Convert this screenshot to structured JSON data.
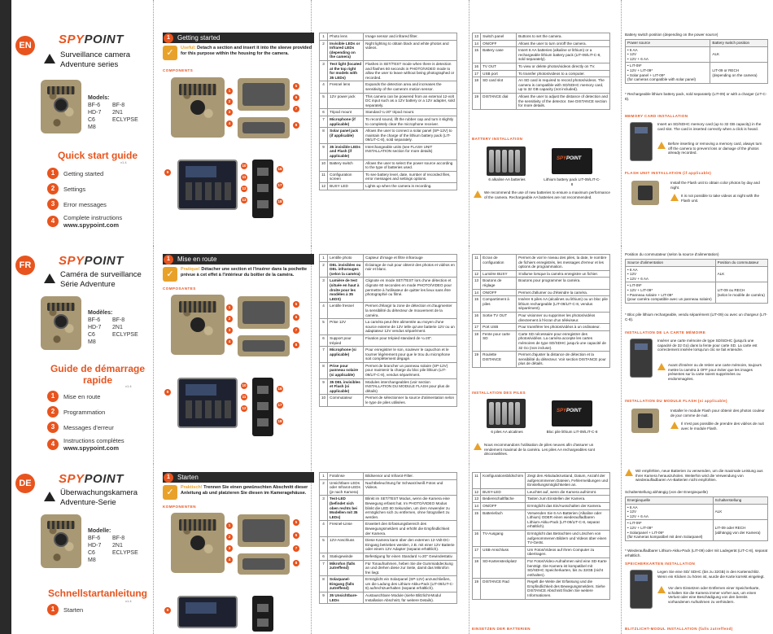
{
  "brand": {
    "name_part1": "SPY",
    "name_part2": "POINT"
  },
  "en": {
    "lang": "EN",
    "title": "Surveillance camera Adventure series",
    "models_label": "Models:",
    "models": [
      "BF-6",
      "BF-8",
      "HD-7",
      "2N1",
      "C6",
      "ECLYPSE",
      "M8",
      ""
    ],
    "guide_title": "Quick start guide",
    "version": "v1.4",
    "toc": [
      "Getting started",
      "Settings",
      "Error messages",
      "Complete instructions"
    ],
    "url": "www.spypoint.com",
    "section_title": "Getting started",
    "useful_label": "Useful:",
    "useful_text": "Detach a section and insert it into the sleeve provided for this purpose within the housing for the camera.",
    "components_label": "COMPONENTS",
    "table1": [
      [
        "1",
        "Photo lens",
        "Image sensor and infrared filter."
      ],
      [
        "2",
        "Invisible LEDs or Infrared LEDs (depending on the camera)",
        "Night lighting to obtain black and white photos and videos."
      ],
      [
        "3",
        "Test light (located at the top right for models with 35 LEDs)",
        "Flashes in SET/TEST mode when there is detection and flashes 60 seconds in PHOTO/VIDEO mode to allow the user to leave without being photographed or recorded."
      ],
      [
        "4",
        "Fresnel lens",
        "Expands the detection area and increases the sensitivity of the camera's motion sensor."
      ],
      [
        "5",
        "12V power jack",
        "This camera can be powered from an external 12-volt DC input such as a 12V battery or a 12V adapter, sold separately."
      ],
      [
        "6",
        "Tripod mount",
        "Standard ¼-20\" tripod mount."
      ],
      [
        "7",
        "Microphone (if applicable)",
        "To record sound, lift the rubber cap and turn it slightly to completely clear the microphone receiver."
      ],
      [
        "8",
        "Solar panel jack (if applicable)",
        "Allows the user to connect a solar panel (SP-12V) to maintain the charge of the lithium battery pack (LIT-09/LIT-C-8), sold separately."
      ],
      [
        "9",
        "35 invisible LEDs and Flash (if applicable)",
        "Interchangeable units (see FLASH UNIT INSTALLATION section for more details)"
      ],
      [
        "10",
        "Battery switch",
        "Allows the user to select the power source according to the type of batteries used."
      ],
      [
        "11",
        "Configuration screen",
        "To see battery level, date, number of recorded files, error messages and settings options."
      ],
      [
        "12",
        "BUSY LED",
        "Lights up when the camera is recording."
      ]
    ],
    "table2": [
      [
        "13",
        "Switch panel",
        "Buttons to set the camera."
      ],
      [
        "14",
        "ON/OFF",
        "Allows the user to turn on/off the camera."
      ],
      [
        "15",
        "Battery case",
        "Insert 6 AA batteries (alkaline or lithium) or a rechargeable lithium battery pack (LIT-09/LIT-C-8, sold separately)."
      ],
      [
        "16",
        "TV OUT",
        "To view or delete photos/videos directly on TV."
      ],
      [
        "17",
        "USB port",
        "To transfer photos/videos to a computer."
      ],
      [
        "18",
        "SD card slot",
        "An SD card is required to record photos/videos. The camera is compatible with SD/SDHC memory card, up to 32 GB capacity (not included)."
      ],
      [
        "19",
        "DISTANCE dial",
        "Allows the user to adjust the distance of detection and the sensitivity of the detector. See DISTANCE section for more details."
      ]
    ],
    "battery_title": "BATTERY INSTALLATION",
    "bat_caption1": "6 alkaline AA batteries",
    "bat_caption2": "Lithium battery pack LIT-09/LIT-C-8",
    "bat_warning": "We recommend the use of new batteries to ensure a maximum performance of the camera. Rechargeable AA batteries are not recommended.",
    "switch_title": "Battery switch position (depending on the power source)",
    "switch_headers": [
      "Power source",
      "Battery switch position"
    ],
    "switch_rows": [
      [
        "• 6 AA\n• 12V\n• 12V + 6 AA",
        "ALK"
      ],
      [
        "• LIT-09*\n• 12V + LIT-09*\n• Solar panel + LIT-09*\n(for cameras compatible with solar panel)",
        "LIT-09 or RECH\n(depending on the camera)"
      ]
    ],
    "switch_note": "* Rechargeable lithium battery pack, sold separately (LIT-09) or with a charger (LIT-C-8).",
    "memory_title": "MEMORY CARD INSTALLATION",
    "memory_text": "Insert an SD/SDHC memory card (up to 32 GB capacity) in the card slot. The card is inserted correctly when a click is heard.",
    "memory_warn": "Before inserting or removing a memory card, always turn off the camera to prevent loss or damage of the photos already recorded.",
    "flash_title": "FLASH UNIT INSTALLATION (if applicable)",
    "flash_text": "Install the Flash unit to obtain color photos by day and night.",
    "flash_warn": "It is not possible to take videos at night with the Flash unit."
  },
  "fr": {
    "lang": "FR",
    "title": "Caméra de surveillance Série Adventure",
    "models_label": "Modèles:",
    "models": [
      "BF-6",
      "BF-8",
      "HD-7",
      "2N1",
      "C6",
      "ECLYPSE",
      "M8",
      ""
    ],
    "guide_title": "Guide de démarrage rapide",
    "version": "v1.4",
    "toc": [
      "Mise en route",
      "Programmation",
      "Messages d'erreur",
      "Instructions complètes"
    ],
    "url": "www.spypoint.com",
    "section_title": "Mise en route",
    "useful_label": "Pratique!",
    "useful_text": "Détacher une section et l'insérer dans la pochette prévue à cet effet à l'intérieur du boîtier de la caméra.",
    "components_label": "COMPOSANTES",
    "table1": [
      [
        "1",
        "Lentille photo",
        "Capteur d'image et filtre infrarouge"
      ],
      [
        "2",
        "DEL invisibles ou DEL infrarouges (selon la caméra)",
        "Éclairage de nuit pour obtenir des photos et vidéos en noir et blanc."
      ],
      [
        "3",
        "Lumière de test (située en haut à droite pour les modèles à 35 LEDS)",
        "Clignote en mode SET/TEST lors d'une détection et clignote 60 secondes en mode PHOTO/VIDEO pour permettre à l'utilisateur de quitter les lieux sans être photographié ou filmé."
      ],
      [
        "4",
        "Lentille fresnel",
        "Permet d'élargir la zone de détection et d'augmenter la sensibilité du détecteur de mouvement de la caméra."
      ],
      [
        "5",
        "Prise 12V",
        "La caméra peut être alimentée au moyen d'une source externe de 12V telle qu'une batterie 12V ou un adaptateur 12V vendus séparément."
      ],
      [
        "6",
        "Support pour trépied",
        "Fixation pour trépied standard de ¼-20\"."
      ],
      [
        "7",
        "Microphone (si applicable)",
        "Pour enregistrer le son, soulever le capuchon et le tourner légèrement pour que le trou du microphone soit complètement dégagé."
      ],
      [
        "8",
        "Prise pour panneau solaire (si applicable)",
        "Permet de brancher un panneau solaire (SP-12V) pour maintenir la charge du bloc pile lithium (LIT-09/LIT-C-8), vendus séparément."
      ],
      [
        "9",
        "35 DEL invisibles et Flash (si applicable)",
        "Modules interchangeables (voir section INSTALLATION DU MODULE FLASH pour plus de détails)"
      ],
      [
        "10",
        "Commutateur",
        "Permet de sélectionner la source d'alimentation selon le type de piles utilisées."
      ]
    ],
    "table2": [
      [
        "11",
        "Écran de configuration",
        "Permet de voir le niveau des piles, la date, le nombre de fichiers enregistrés, les messages d'erreur et les options de programmation."
      ],
      [
        "12",
        "Lumière BUSY",
        "S'allume lorsque la caméra enregistre un fichier."
      ],
      [
        "13",
        "Boutons de réglage",
        "Boutons pour programmer la caméra."
      ],
      [
        "14",
        "ON/OFF",
        "Permet d'allumer ou d'éteindre la caméra."
      ],
      [
        "15",
        "Compartiment à piles",
        "Insérer 6 piles AA (alcalines ou lithium) ou un bloc pile lithium rechargeable (LIT-09/LIT-C-8, vendus séparément)."
      ],
      [
        "16",
        "Sortie TV OUT",
        "Pour visionner ou supprimer les photos/vidéos directement à l'écran d'un téléviseur."
      ],
      [
        "17",
        "Port USB",
        "Pour transférer les photos/vidéos à un ordinateur."
      ],
      [
        "18",
        "Fente pour carte SD",
        "Carte SD nécessaire pour enregistrer des photos/vidéos. La caméra accepte les cartes mémoires de type SD/SDHC jusqu'à une capacité de 32 Go (non incluse)."
      ],
      [
        "19",
        "Roulette DISTANCE",
        "Permet d'ajuster la distance de détection et la sensibilité du détecteur. Voir section DISTANCE pour plus de détails."
      ]
    ],
    "battery_title": "INSTALLATION DES PILES",
    "bat_caption1": "6 piles AA alcalines",
    "bat_caption2": "Bloc pile lithium LIT-09/LIT-C-8",
    "bat_warning": "Nous recommandons l'utilisation de piles neuves afin d'assurer un rendement maximal de la caméra. Les piles AA rechargeables sont déconseillées.",
    "switch_title": "Position du commutateur (selon la source d'alimentation)",
    "switch_headers": [
      "Source d'alimentation",
      "Position du commutateur"
    ],
    "switch_rows": [
      [
        "• 6 AA\n• 12V\n• 12V + 6 AA",
        "ALK"
      ],
      [
        "• LIT-09*\n• 12V + LIT-09*\n• Panneau solaire + LIT-09*\n(pour caméra compatible avec un panneau solaire)",
        "LIT-09 ou RECH\n(selon le modèle de caméra)"
      ]
    ],
    "switch_note": "* Bloc pile lithium rechargeable, vendu séparément (LIT-09) ou avec un chargeur (LIT-C-8).",
    "memory_title": "INSTALLATION DE LA CARTE MÉMOIRE",
    "memory_text": "Insérer une carte mémoire de type SD/SDHC (jusqu'à une capacité de 32 Go) dans la fente pour carte SD. La carte est correctement insérée lorsqu'un clic se fait entendre.",
    "memory_warn": "Avant d'insérer ou de retirer une carte mémoire, toujours mettre la caméra à OFF pour éviter que les images présentes sur la carte soient supprimées ou endommagées.",
    "flash_title": "INSTALLATION DU MODULE FLASH (si applicable)",
    "flash_text": "Installer le module Flash pour obtenir des photos couleur de jour comme de nuit.",
    "flash_warn": "Il n'est pas possible de prendre des vidéos de nuit avec le module Flash."
  },
  "de": {
    "lang": "DE",
    "title": "Überwachungskamera Adventure-Serie",
    "models_label": "Modelle:",
    "models": [
      "BF-6",
      "BF-8",
      "HD-7",
      "2N1",
      "C6",
      "ECLYPSE",
      "M8",
      ""
    ],
    "guide_title": "Schnellstartanleitung",
    "version": "v1.4",
    "toc": [
      "Starten"
    ],
    "section_title": "Starten",
    "useful_label": "Praktisch!",
    "useful_text": "Trennen Sie einen gewünschten Abschnitt dieser Anleitung ab und platzieren Sie diesen im Kameragehäuse.",
    "components_label": "KOMPONENTEN",
    "table1": [
      [
        "1",
        "Fotolinse",
        "Bildsensor und Infrarot-Filter."
      ],
      [
        "2",
        "Unsichtbare LEDs oder Infrarot-LEDs (je nach Kamera)",
        "Nachtbeleuchtung für Schwarz/weiß Fotos und Videos."
      ],
      [
        "3",
        "Test-LED (befindet sich oben rechts bei Modellen mit 35 LEDs)",
        "Blinkt im SET/TEST Modus, wenn die Kamera eine Bewegung erfasst hat. Im PHOTO/VIDEO Modus blinkt die LED 60 Sekunden, um dem Anwender zu ermöglichen sich zu entfernen, ohne fotografiert zu werden."
      ],
      [
        "4",
        "Fresnel-Linse",
        "Erweitert den Erfassungsbereich des Bewegungsmelders und erhöht die Empfindlichkeit der Kamera."
      ],
      [
        "5",
        "12V-Anschluss",
        "Diese Kamera kann über den externen 12-Volt-DC-Eingang betrieben werden, z.B. mit einer 12V Batterie oder einem 12V Adapter (separat erhältlich)."
      ],
      [
        "6",
        "Stativgewinde",
        "Befestigung für einen Standard ¼-20\" Gewindestativ."
      ],
      [
        "7",
        "Mikrofon (falls zutreffend)",
        "Für Tonaufnahmen, heben Sie die Gummiabdeckung an und drehen diese zur Seite, damit das Mikrofon frei liegt."
      ],
      [
        "8",
        "Solarpanel-Eingang (falls zutreffend)",
        "Ermöglicht ein Solarpanel (SP-12V) anzuschließen, um die Ladung des Lithium-Akku-Pack (LIT-09/LIT-C-8) aufrechtzuerhalten (separat erhältlich)."
      ],
      [
        "9",
        "35 Unsichtbare-LEDs",
        "Austauschbare Module (siehe Blitzlicht-Modul Installation Abschnitt, für weitere Details)."
      ]
    ],
    "table2": [
      [
        "11",
        "Konfigurationsbildschirm",
        "Zeigt den Akkuladezustand, Datum, Anzahl der aufgenommenen Dateien, Fehlermeldungen und Einstellungsmöglichkeiten an."
      ],
      [
        "12",
        "BUSY-LED",
        "Leuchtet auf, wenn die Kamera aufnimmt."
      ],
      [
        "13",
        "Bedienschaltfläche",
        "Tasten zum Einstellen der Kamera."
      ],
      [
        "14",
        "ON/OFF",
        "Ermöglicht das Ein/Ausschalten der Kamera."
      ],
      [
        "15",
        "Batteriefach",
        "Verwenden Sie 6 AA-Batterien (Alkaline oder Lithium) ODER einen wiederaufladbaren Lithium-Akku-Pack (LIT-09/LIT-C-8, separat erhältlich)."
      ],
      [
        "16",
        "TV-Ausgang",
        "Ermöglicht das Betrachten und Löschen von aufgenommenen Bildern und Videos über einen TV-Gerät."
      ],
      [
        "17",
        "USB-Anschluss",
        "Um Fotos/Videos auf Ihren Computer zu übertragen."
      ],
      [
        "18",
        "SD-Kartensteckplatz",
        "Für Fotos/Video-Aufnahmen wird eine SD-Karte benötigt. Die Kamera ist kompatibel mit SD/SDHC Speicherkarten, bis zu 32GB (nicht enthalten)."
      ],
      [
        "19",
        "DISTANCE Rad",
        "Regelt die Weite der Erfassung und die Empfindlichkeit des Bewegungsmelders. Siehe DISTANCE Abschnitt finden Sie weitere Informationen."
      ]
    ],
    "battery_title": "EINSETZEN DER BATTERIEN",
    "bat_warning": "Wir empfehlen, neue Batterien zu verwenden, um die maximale Leistung aus Ihrer Kamera herauszuholen. Weiterhin wird die Verwendung von wiederaufladbaren AA-Batterien nicht empfohlen.",
    "switch_title": "Schalterstellung abhängig (von der Energiequelle)",
    "switch_headers": [
      "Energiequelle",
      "Schalterstellung"
    ],
    "switch_rows": [
      [
        "• 6 AA\n• 12V\n• 12V + 6 AA",
        "ALK"
      ],
      [
        "• LIT-09*\n• 12V + LIT-09*\n• Solarpanel + LIT-09*\n(für Kameras kompatibel mit dem Solarpanel)",
        "LIT-09 oder RECH\n(abhängig von der Kamera)"
      ]
    ],
    "switch_note": "* Wiederaufladbarer Lithium-Akku-Pack (LIT-09) oder mit Ladegerät (LIT-C-8), separat erhältlich.",
    "memory_title": "SPEICHERKARTEN INSTALLATION",
    "memory_text": "Legen Sie eine SD/ SDHC (bis zu 32GB) in den Kartenschlitz. Wenn ein Klicken zu hören ist, wurde die Karte korrekt eingelegt.",
    "memory_warn": "Vor dem Einsetzen oder Entfernen einer Speicherkarte, schalten Sie die Kamera immer vorher aus, um einen Verlust oder eine Beschädigung von den bereits vorhandenen Aufnahmen zu verhindern.",
    "flash_title": "BLITZLICHT-MODUL INSTALLATION (falls zutreffend)"
  }
}
